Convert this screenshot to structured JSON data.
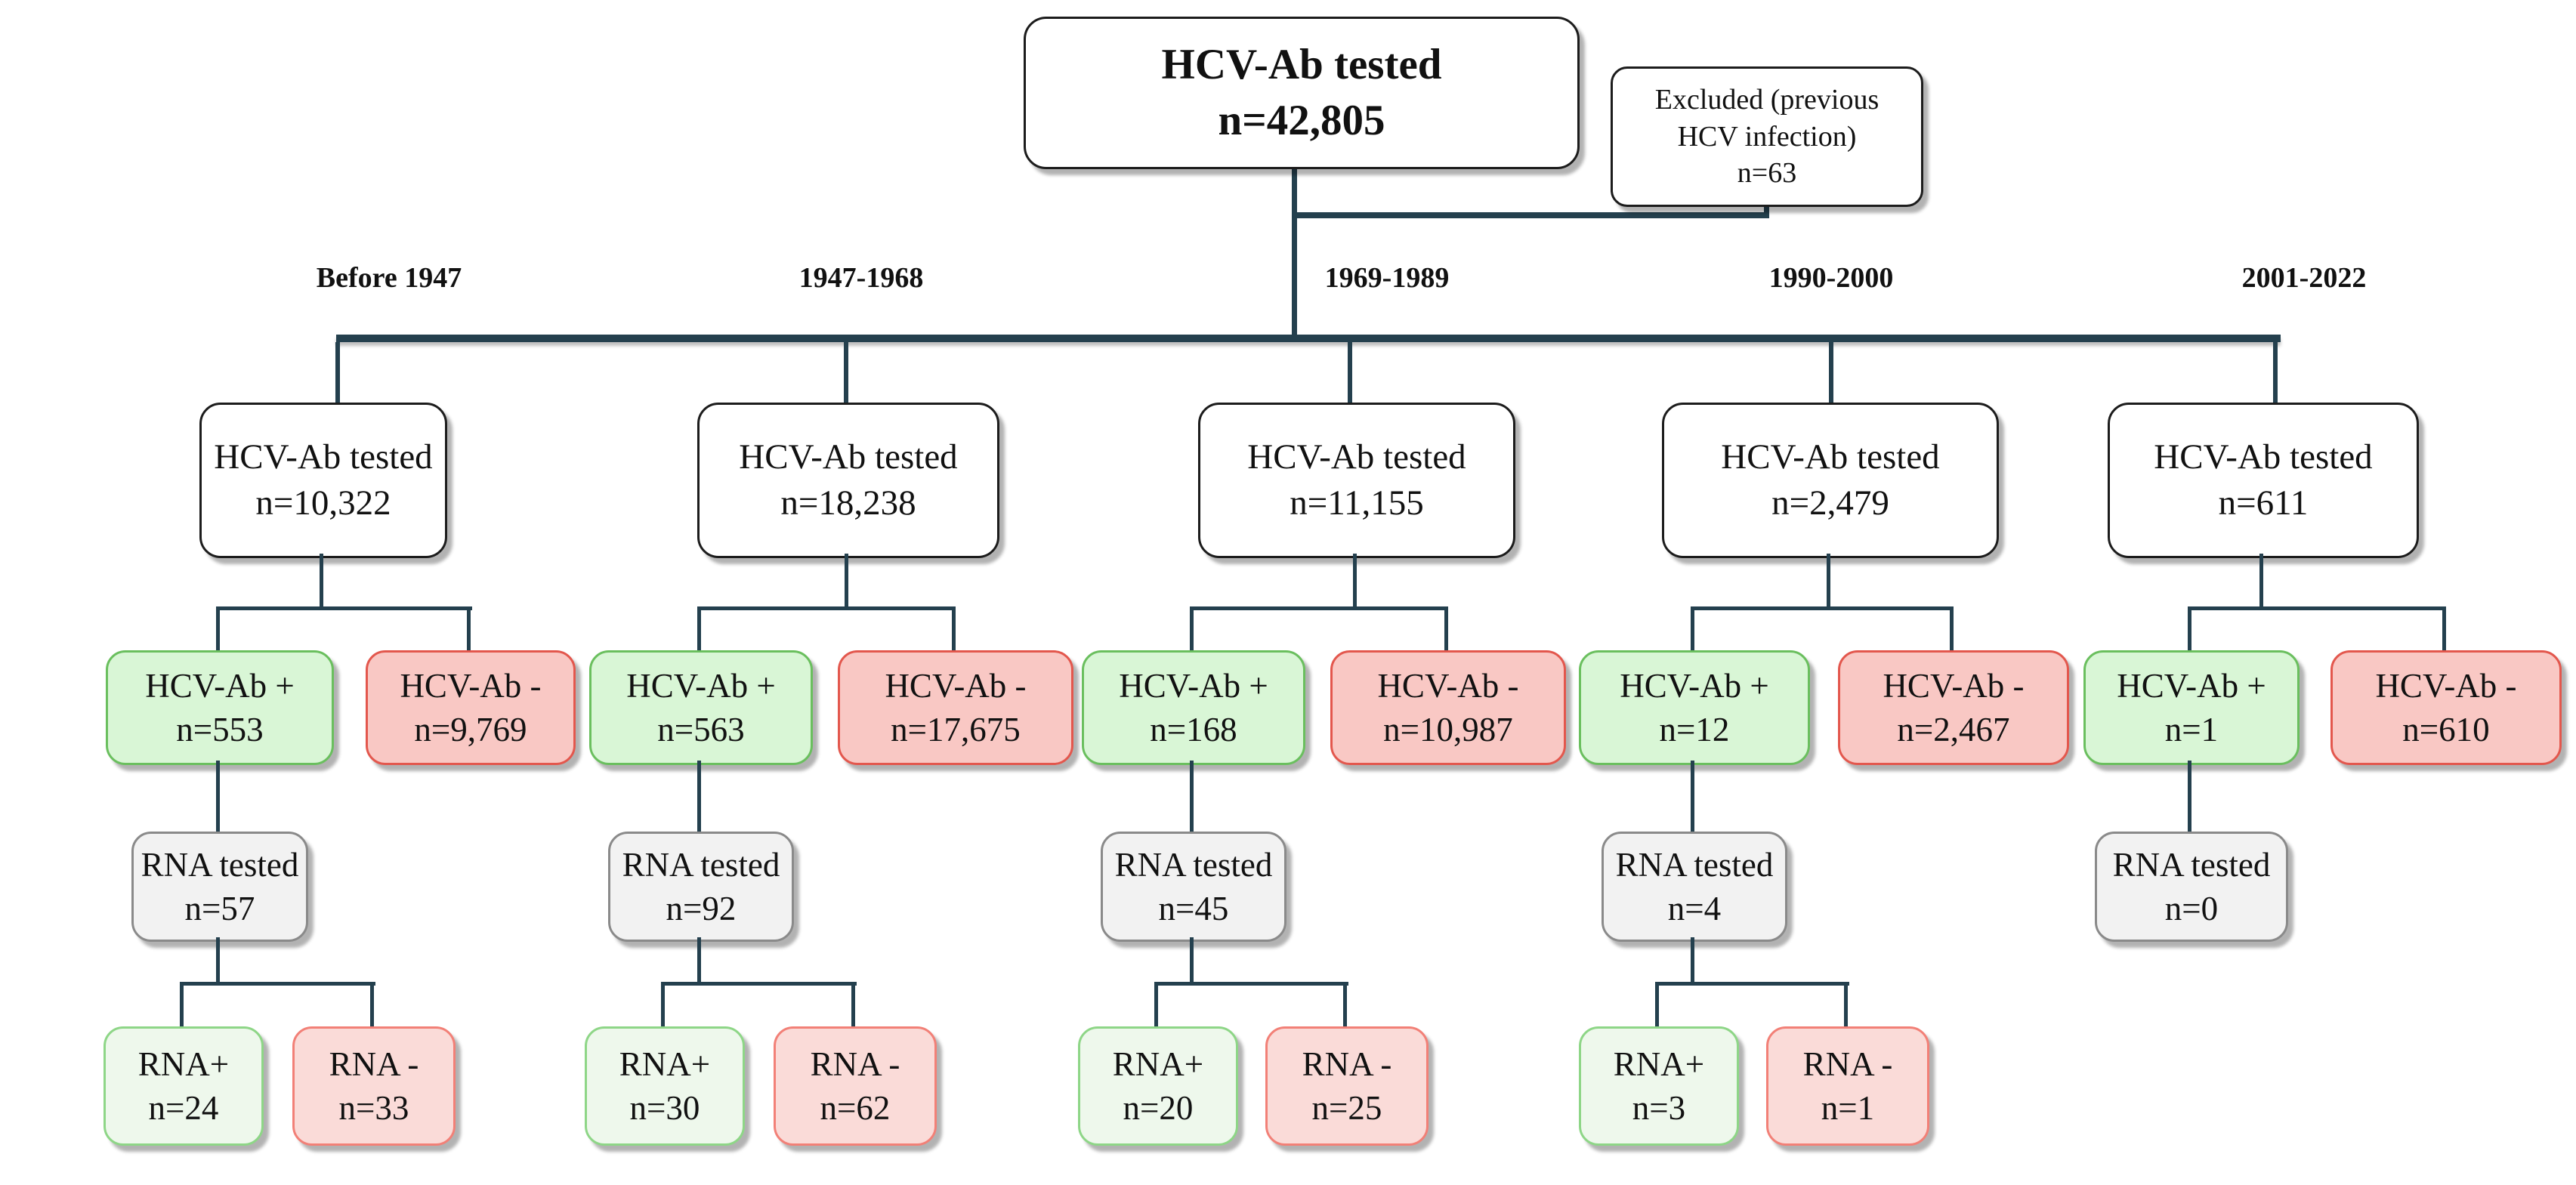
{
  "title_box": {
    "label": "HCV-Ab tested",
    "n": "n=42,805"
  },
  "excluded_box": {
    "line1": "Excluded (previous",
    "line2": "HCV infection)",
    "line3": "n=63"
  },
  "cohorts": [
    {
      "period": "Before 1947",
      "tested": {
        "label": "HCV-Ab tested",
        "n": "n=10,322"
      },
      "ab_positive": {
        "label": "HCV-Ab +",
        "n": "n=553"
      },
      "ab_negative": {
        "label": "HCV-Ab -",
        "n": "n=9,769"
      },
      "rna_tested": {
        "label": "RNA tested",
        "n": "n=57"
      },
      "rna_positive": {
        "label": "RNA+",
        "n": "n=24"
      },
      "rna_negative": {
        "label": "RNA -",
        "n": "n=33"
      }
    },
    {
      "period": "1947-1968",
      "tested": {
        "label": "HCV-Ab tested",
        "n": "n=18,238"
      },
      "ab_positive": {
        "label": "HCV-Ab +",
        "n": "n=563"
      },
      "ab_negative": {
        "label": "HCV-Ab -",
        "n": "n=17,675"
      },
      "rna_tested": {
        "label": "RNA tested",
        "n": "n=92"
      },
      "rna_positive": {
        "label": "RNA+",
        "n": "n=30"
      },
      "rna_negative": {
        "label": "RNA -",
        "n": "n=62"
      }
    },
    {
      "period": "1969-1989",
      "tested": {
        "label": "HCV-Ab tested",
        "n": "n=11,155"
      },
      "ab_positive": {
        "label": "HCV-Ab +",
        "n": "n=168"
      },
      "ab_negative": {
        "label": "HCV-Ab -",
        "n": "n=10,987"
      },
      "rna_tested": {
        "label": "RNA tested",
        "n": "n=45"
      },
      "rna_positive": {
        "label": "RNA+",
        "n": "n=20"
      },
      "rna_negative": {
        "label": "RNA -",
        "n": "n=25"
      }
    },
    {
      "period": "1990-2000",
      "tested": {
        "label": "HCV-Ab tested",
        "n": "n=2,479"
      },
      "ab_positive": {
        "label": "HCV-Ab +",
        "n": "n=12"
      },
      "ab_negative": {
        "label": "HCV-Ab -",
        "n": "n=2,467"
      },
      "rna_tested": {
        "label": "RNA tested",
        "n": "n=4"
      },
      "rna_positive": {
        "label": "RNA+",
        "n": "n=3"
      },
      "rna_negative": {
        "label": "RNA -",
        "n": "n=1"
      }
    },
    {
      "period": "2001-2022",
      "tested": {
        "label": "HCV-Ab tested",
        "n": "n=611"
      },
      "ab_positive": {
        "label": "HCV-Ab +",
        "n": "n=1"
      },
      "ab_negative": {
        "label": "HCV-Ab -",
        "n": "n=610"
      },
      "rna_tested": {
        "label": "RNA tested",
        "n": "n=0"
      }
    }
  ],
  "colors": {
    "connector": "#24404e",
    "box_border_dark": "#1c1c1c",
    "positive_fill": "#d9f6d6",
    "positive_border": "#6abf5e",
    "negative_fill": "#f9c8c4",
    "negative_border": "#e3574d",
    "rna_positive_fill": "#eef8ec",
    "rna_positive_border": "#8ed687",
    "rna_negative_fill": "#fadbd8",
    "rna_negative_border": "#f28077",
    "neutral_fill": "#f2f2f2",
    "neutral_border": "#8a8a8a"
  }
}
